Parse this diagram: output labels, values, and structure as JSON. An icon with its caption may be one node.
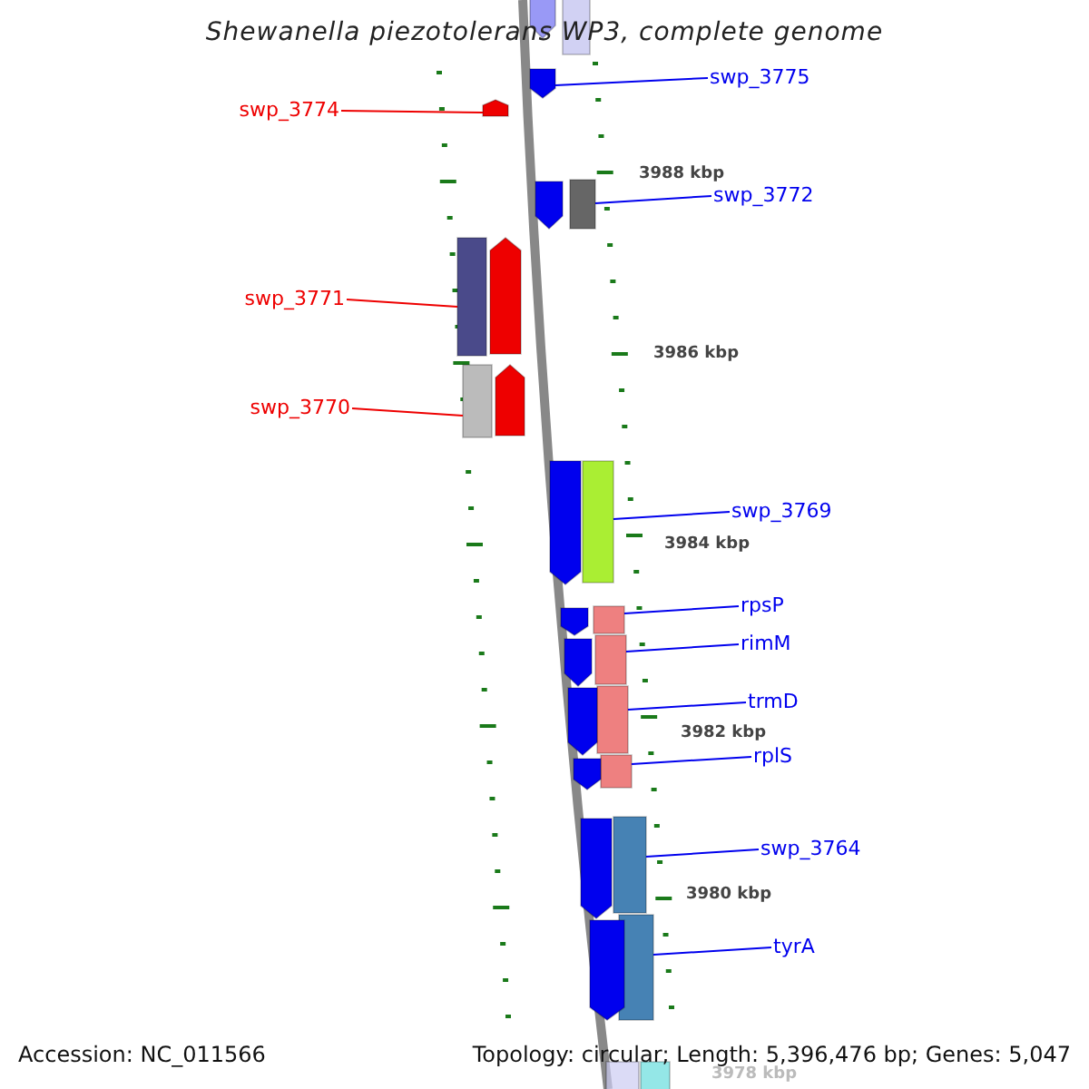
{
  "diagram": {
    "title": "Shewanella piezotolerans WP3, complete genome",
    "nodes": [
      {
        "text": [
          "swp_3775"
        ]
      },
      {
        "text": [
          "swp_3774"
        ]
      },
      {
        "text": [
          "swp_3772"
        ]
      },
      {
        "text": [
          "swp_3771"
        ]
      },
      {
        "text": [
          "swp_3770"
        ]
      },
      {
        "text": [
          "swp_3769"
        ]
      },
      {
        "text": [
          "rpsP"
        ]
      },
      {
        "text": [
          "rimM"
        ]
      },
      {
        "text": [
          "trmD"
        ]
      },
      {
        "text": [
          "rplS"
        ]
      },
      {
        "text": [
          "swp_3764"
        ]
      },
      {
        "text": [
          "tyrA"
        ]
      },
      {
        "text": [],
        "shape": "pentagon"
      },
      {
        "text": [],
        "shape": "pentagon"
      },
      {
        "text": [],
        "shape": "box"
      },
      {
        "text": [],
        "shape": "box"
      },
      {
        "text": [],
        "shape": "box"
      },
      {
        "text": [],
        "shape": "box"
      },
      {
        "text": [],
        "shape": "box"
      },
      {
        "text": [],
        "shape": "box"
      },
      {
        "text": [],
        "shape": "box"
      },
      {
        "text": [],
        "shape": "box"
      },
      {
        "text": [],
        "shape": "box"
      },
      {
        "text": [],
        "shape": "box"
      },
      {
        "text": [],
        "shape": "pentagon"
      },
      {
        "text": [],
        "shape": "box"
      },
      {
        "text": [],
        "shape": "pentagon"
      },
      {
        "text": [],
        "shape": "pentagon"
      },
      {
        "text": [],
        "shape": "pentagon"
      },
      {
        "text": [],
        "shape": "pentagon"
      },
      {
        "text": [],
        "shape": "pentagon"
      },
      {
        "text": [],
        "shape": "pentagon"
      },
      {
        "text": [],
        "shape": "pentagon"
      },
      {
        "text": [],
        "shape": "pentagon"
      },
      {
        "text": [],
        "shape": "pentagon"
      },
      {
        "text": [],
        "shape": "pentagon"
      },
      {
        "text": [],
        "shape": "box"
      },
      {
        "text": [],
        "shape": "box"
      }
    ],
    "edges": [
      {
        "from": 0,
        "to": 12,
        "arrow": "none"
      },
      {
        "from": 1,
        "to": 13,
        "arrow": "none",
        "color": "#ee0000"
      },
      {
        "from": 2,
        "to": 14,
        "arrow": "none"
      },
      {
        "from": 3,
        "to": 15,
        "arrow": "none",
        "color": "#ee0000"
      },
      {
        "from": 4,
        "to": 16,
        "arrow": "none",
        "color": "#ee0000"
      },
      {
        "from": 5,
        "to": 17,
        "arrow": "none"
      },
      {
        "from": 6,
        "to": 18,
        "arrow": "none"
      },
      {
        "from": 7,
        "to": 19,
        "arrow": "none"
      },
      {
        "from": 8,
        "to": 20,
        "arrow": "none"
      },
      {
        "from": 9,
        "to": 21,
        "arrow": "none"
      },
      {
        "from": 10,
        "to": 22,
        "arrow": "none"
      },
      {
        "from": 11,
        "to": 23,
        "arrow": "none"
      }
    ],
    "labels": [
      "3988 kbp",
      "3986 kbp",
      "3984 kbp",
      "3982 kbp",
      "3980 kbp",
      "3978 kbp",
      "Accession: NC_011566",
      "Topology: circular; Length: 5,396,476 bp; Genes: 5,047"
    ]
  }
}
